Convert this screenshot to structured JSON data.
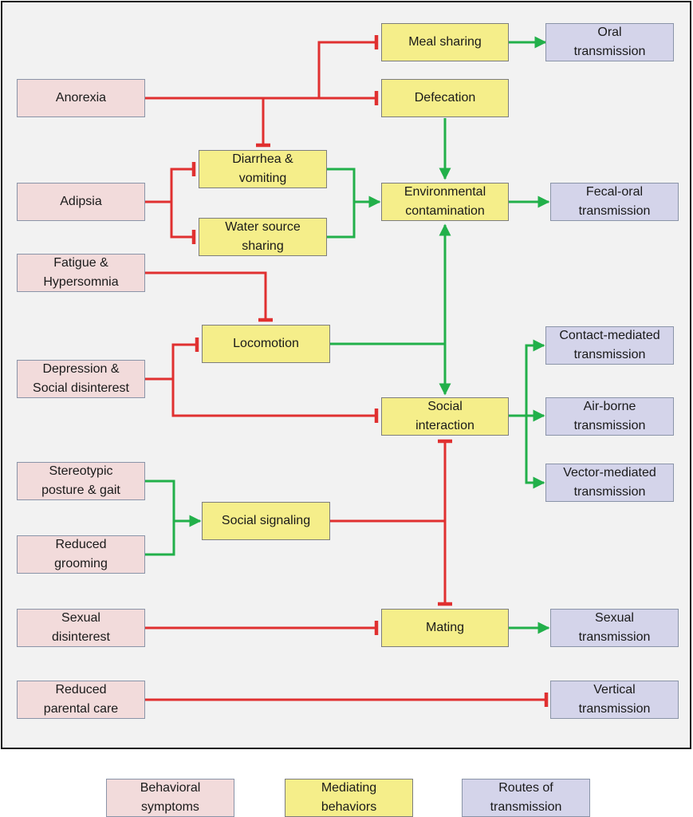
{
  "colors": {
    "symptom_fill": "#f2dbdb",
    "mediator_fill": "#f5ee8a",
    "route_fill": "#d4d4ea",
    "inhibit_edge": "#e03030",
    "promote_edge": "#22b04a"
  },
  "nodes": {
    "anorexia": "Anorexia",
    "adipsia": "Adipsia",
    "fatigue": "Fatigue &\nHypersomnia",
    "depression": "Depression &\nSocial disinterest",
    "stereotypic": "Stereotypic\nposture & gait",
    "grooming": "Reduced\ngrooming",
    "sexual_disinterest": "Sexual\ndisinterest",
    "parental": "Reduced\nparental care",
    "meal": "Meal sharing",
    "defecation": "Defecation",
    "diarrhea": "Diarrhea &\nvomiting",
    "water": "Water source\nsharing",
    "env": "Environmental\ncontamination",
    "locomotion": "Locomotion",
    "social_interaction": "Social\ninteraction",
    "social_signaling": "Social signaling",
    "mating": "Mating",
    "oral": "Oral\ntransmission",
    "fecal_oral": "Fecal-oral\ntransmission",
    "contact": "Contact-mediated\ntransmission",
    "airborne": "Air-borne\ntransmission",
    "vector": "Vector-mediated\ntransmission",
    "sexual": "Sexual\ntransmission",
    "vertical": "Vertical\ntransmission"
  },
  "legend": {
    "symptoms": "Behavioral\nsymptoms",
    "mediating": "Mediating\nbehaviors",
    "routes": "Routes of\ntransmission"
  }
}
